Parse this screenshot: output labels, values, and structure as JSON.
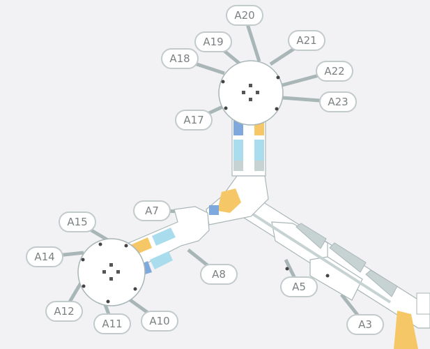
{
  "map": {
    "colors": {
      "background": "#f2f2f4",
      "floor": "#ffffff",
      "outline": "#a9b6b7",
      "gate_connector": "#a9b6b7",
      "gate_area": "#c7d2d3",
      "shop_yellow": "#f5c766",
      "blue_area": "#7fa8dc",
      "light_blue_area": "#a9dcec",
      "bubble_border": "#c3cacb",
      "bubble_text": "#7b8082"
    },
    "gates": [
      {
        "id": "A20",
        "label": "A20"
      },
      {
        "id": "A19",
        "label": "A19"
      },
      {
        "id": "A18",
        "label": "A18"
      },
      {
        "id": "A17",
        "label": "A17"
      },
      {
        "id": "A21",
        "label": "A21"
      },
      {
        "id": "A22",
        "label": "A22"
      },
      {
        "id": "A23",
        "label": "A23"
      },
      {
        "id": "A15",
        "label": "A15"
      },
      {
        "id": "A14",
        "label": "A14"
      },
      {
        "id": "A12",
        "label": "A12"
      },
      {
        "id": "A11",
        "label": "A11"
      },
      {
        "id": "A10",
        "label": "A10"
      },
      {
        "id": "A7",
        "label": "A7"
      },
      {
        "id": "A8",
        "label": "A8"
      },
      {
        "id": "A5",
        "label": "A5"
      },
      {
        "id": "A3",
        "label": "A3"
      }
    ]
  }
}
